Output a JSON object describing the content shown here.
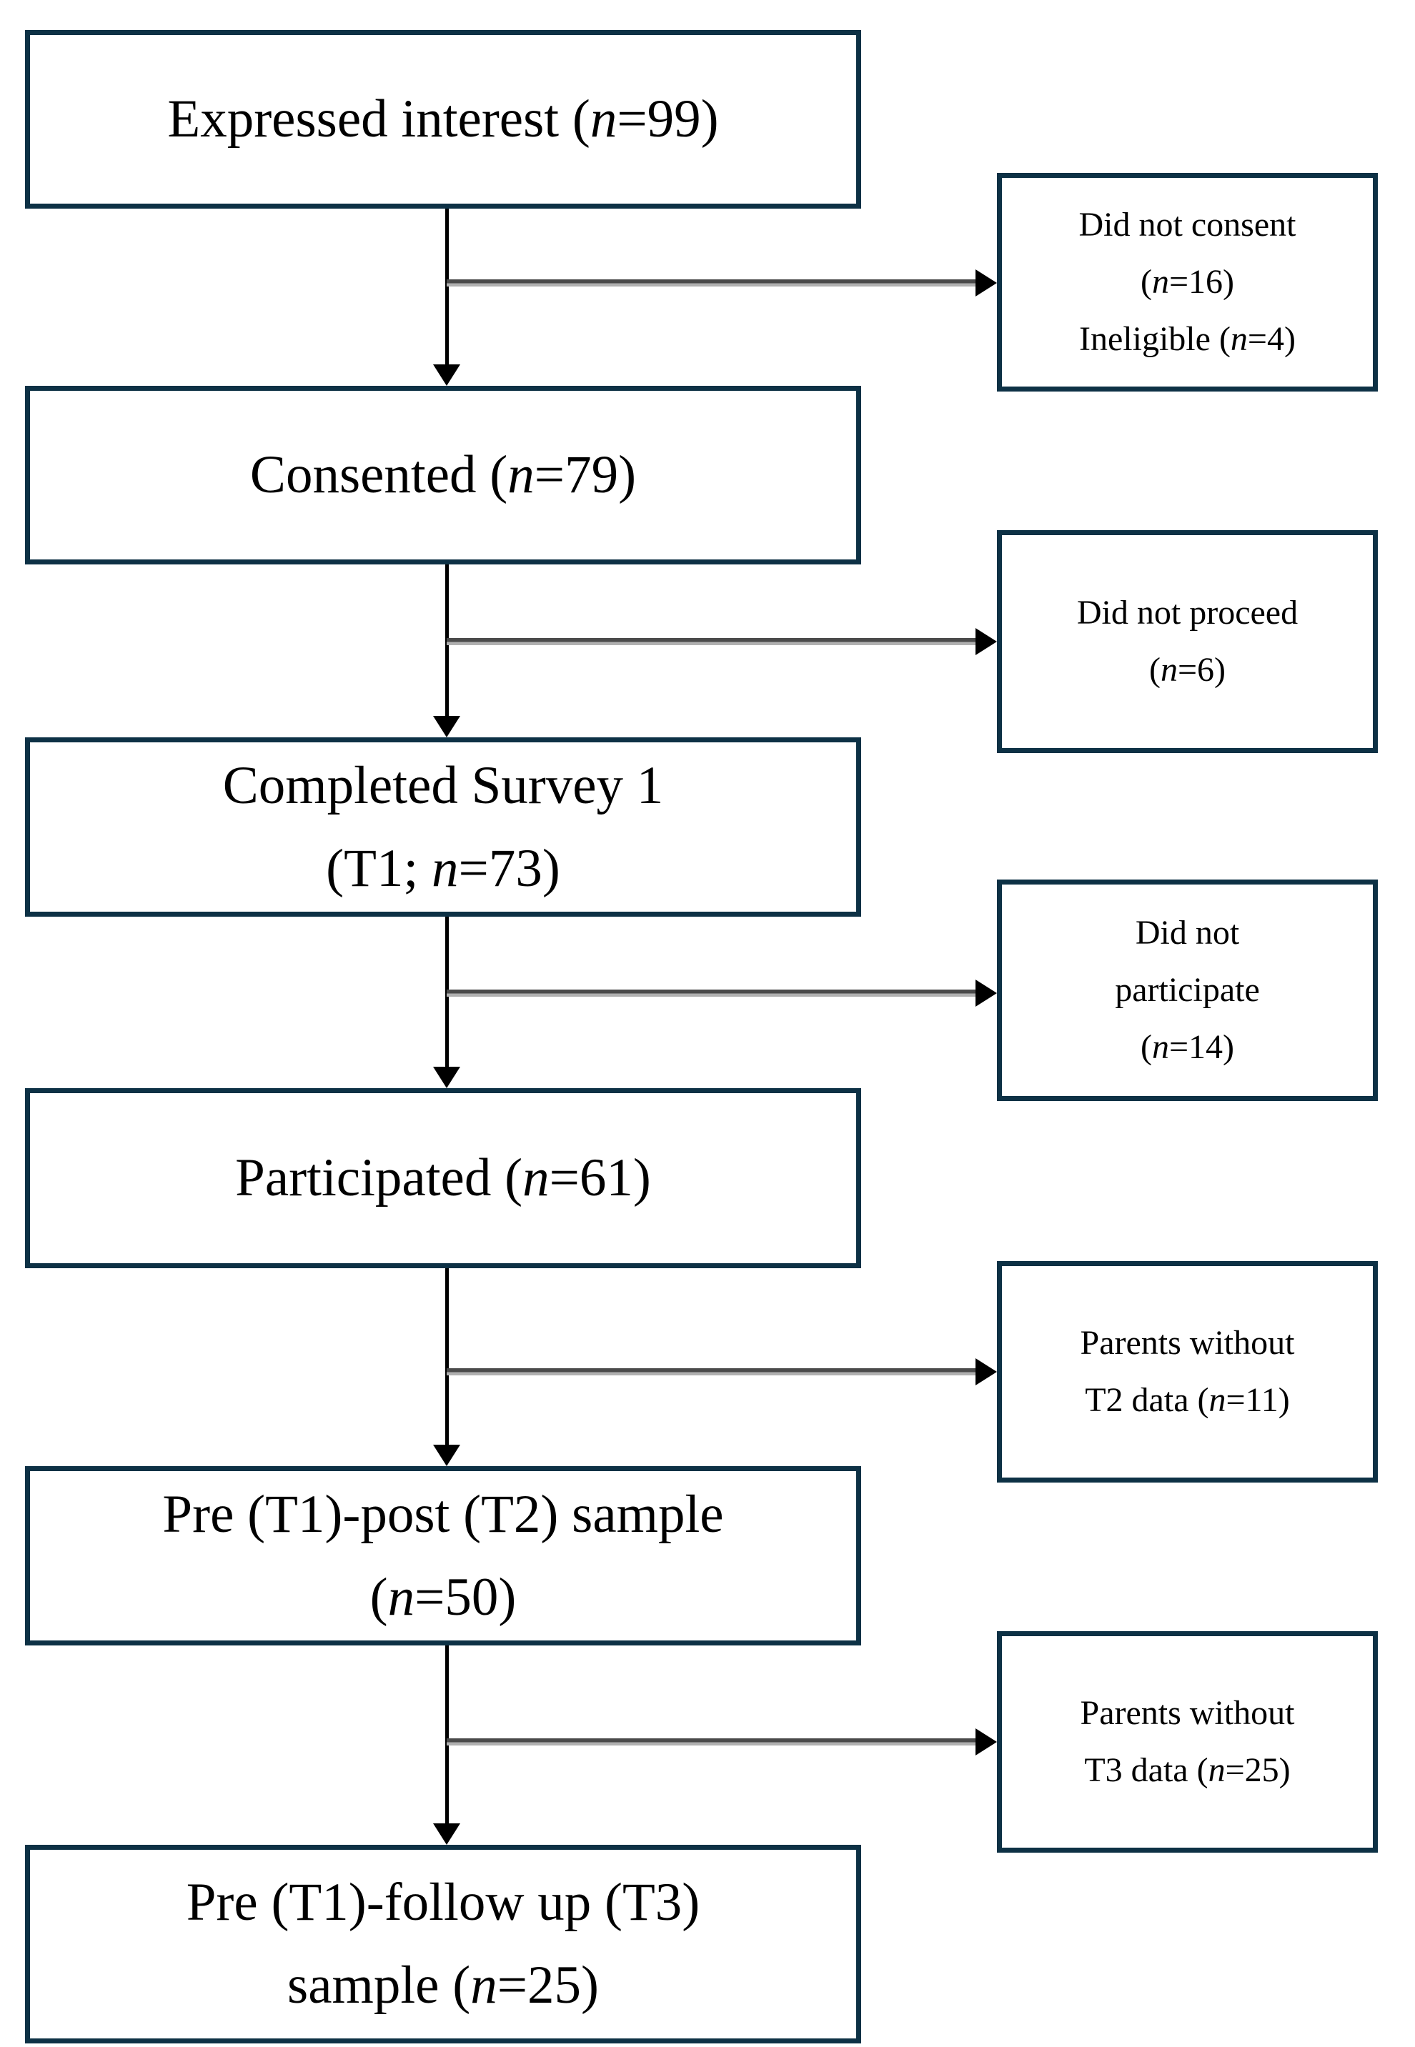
{
  "figure": {
    "type": "participant-flow-diagram",
    "colors": {
      "box_border": "#0d3145",
      "connector_black": "#000000",
      "connector_gray_dark": "#4a4a4a",
      "connector_gray_light": "#b0b0b0",
      "text": "#000000",
      "background": "#ffffff"
    },
    "main_boxes": [
      {
        "name": "expressed-interest",
        "lines": [
          [
            {
              "t": "Expressed interest ("
            },
            {
              "t": "n",
              "i": true
            },
            {
              "t": "=99)"
            }
          ]
        ]
      },
      {
        "name": "consented",
        "lines": [
          [
            {
              "t": "Consented ("
            },
            {
              "t": "n",
              "i": true
            },
            {
              "t": "=79)"
            }
          ]
        ]
      },
      {
        "name": "completed-survey-1",
        "lines": [
          [
            {
              "t": "Completed Survey 1"
            }
          ],
          [
            {
              "t": "(T1; "
            },
            {
              "t": "n",
              "i": true
            },
            {
              "t": "=73)"
            }
          ]
        ]
      },
      {
        "name": "participated",
        "lines": [
          [
            {
              "t": "Participated ("
            },
            {
              "t": "n",
              "i": true
            },
            {
              "t": "=61)"
            }
          ]
        ]
      },
      {
        "name": "pre-post-sample",
        "lines": [
          [
            {
              "t": "Pre (T1)-post (T2) sample"
            }
          ],
          [
            {
              "t": "("
            },
            {
              "t": "n",
              "i": true
            },
            {
              "t": "=50)"
            }
          ]
        ]
      },
      {
        "name": "pre-follow-up-sample",
        "lines": [
          [
            {
              "t": "Pre (T1)-follow up (T3)"
            }
          ],
          [
            {
              "t": "sample ("
            },
            {
              "t": "n",
              "i": true
            },
            {
              "t": "=25)"
            }
          ]
        ]
      }
    ],
    "side_boxes": [
      {
        "name": "did-not-consent-ineligible",
        "lines": [
          [
            {
              "t": "Did not consent"
            }
          ],
          [
            {
              "t": "("
            },
            {
              "t": "n",
              "i": true
            },
            {
              "t": "=16)"
            }
          ],
          [
            {
              "t": "Ineligible ("
            },
            {
              "t": "n",
              "i": true
            },
            {
              "t": "=4)"
            }
          ]
        ]
      },
      {
        "name": "did-not-proceed",
        "lines": [
          [
            {
              "t": "Did not proceed"
            }
          ],
          [
            {
              "t": "("
            },
            {
              "t": "n",
              "i": true
            },
            {
              "t": "=6)"
            }
          ]
        ]
      },
      {
        "name": "did-not-participate",
        "lines": [
          [
            {
              "t": "Did not"
            }
          ],
          [
            {
              "t": "participate"
            }
          ],
          [
            {
              "t": "("
            },
            {
              "t": "n",
              "i": true
            },
            {
              "t": "=14)"
            }
          ]
        ]
      },
      {
        "name": "parents-without-t2-data",
        "lines": [
          [
            {
              "t": "Parents without"
            }
          ],
          [
            {
              "t": "T2 data ("
            },
            {
              "t": "n",
              "i": true
            },
            {
              "t": "=11)"
            }
          ]
        ]
      },
      {
        "name": "parents-without-t3-data",
        "lines": [
          [
            {
              "t": "Parents without"
            }
          ],
          [
            {
              "t": "T3 data ("
            },
            {
              "t": "n",
              "i": true
            },
            {
              "t": "=25)"
            }
          ]
        ]
      }
    ]
  }
}
